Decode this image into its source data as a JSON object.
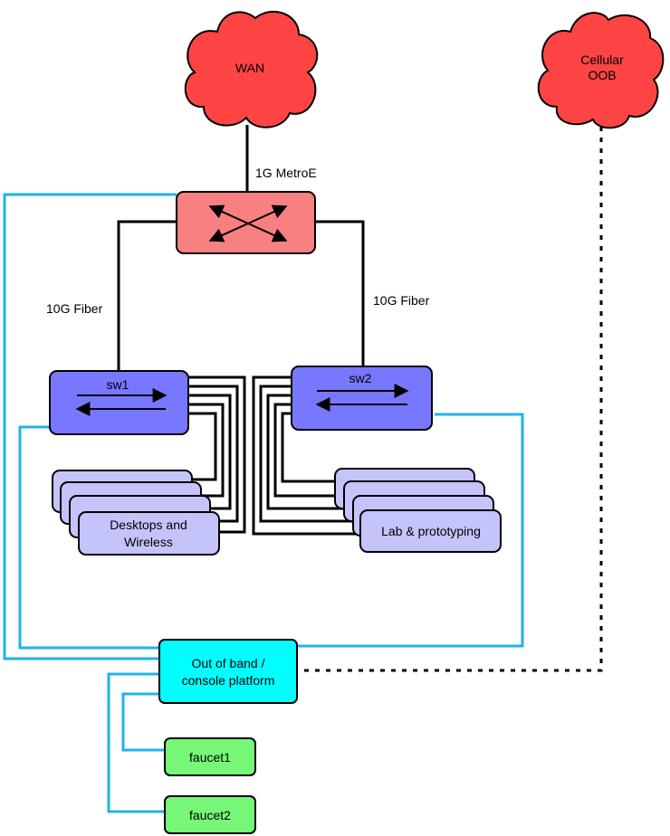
{
  "clouds": {
    "wan": {
      "label": "WAN"
    },
    "cellular": {
      "label_line1": "Cellular",
      "label_line2": "OOB"
    }
  },
  "links": {
    "wan_uplink": "1G MetroE",
    "fiber_left": "10G Fiber",
    "fiber_right": "10G Fiber"
  },
  "switches": {
    "sw1": "sw1",
    "sw2": "sw2"
  },
  "groups": {
    "desktops": {
      "line1": "Desktops and",
      "line2": "Wireless"
    },
    "lab": {
      "label": "Lab & prototyping"
    }
  },
  "oob": {
    "line1": "Out of band /",
    "line2": "console platform"
  },
  "faucets": {
    "faucet1": "faucet1",
    "faucet2": "faucet2"
  },
  "colors": {
    "cloud": "#ff4444",
    "router": "#f88080",
    "switch": "#7777ff",
    "endpoint": "#c4c4fb",
    "oob": "#00ffff",
    "faucet": "#77f777",
    "console_link": "#1fb3e8",
    "line": "#000000"
  }
}
